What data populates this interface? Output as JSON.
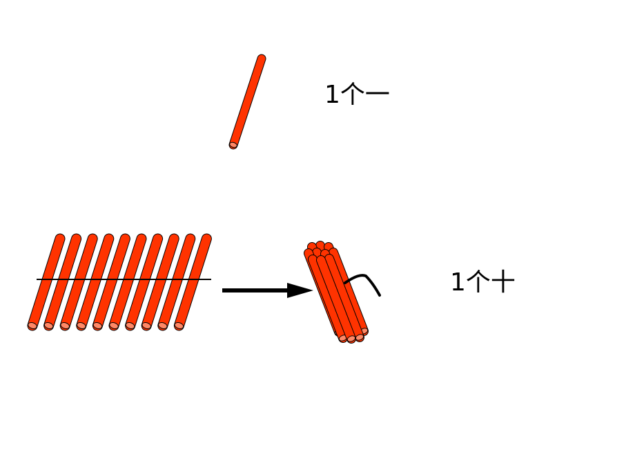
{
  "labels": {
    "one": "1个一",
    "ten": "1个十"
  },
  "colors": {
    "stick_body": "#ff3300",
    "stick_end": "#ff8866",
    "outline": "#000000"
  },
  "icons": {
    "single_stick": "counting-stick-icon",
    "loose_sticks": "ten-loose-sticks-icon",
    "arrow": "right-arrow-icon",
    "bundle": "stick-bundle-icon"
  },
  "counts": {
    "single": 1,
    "loose": 10,
    "bundle": 10
  }
}
